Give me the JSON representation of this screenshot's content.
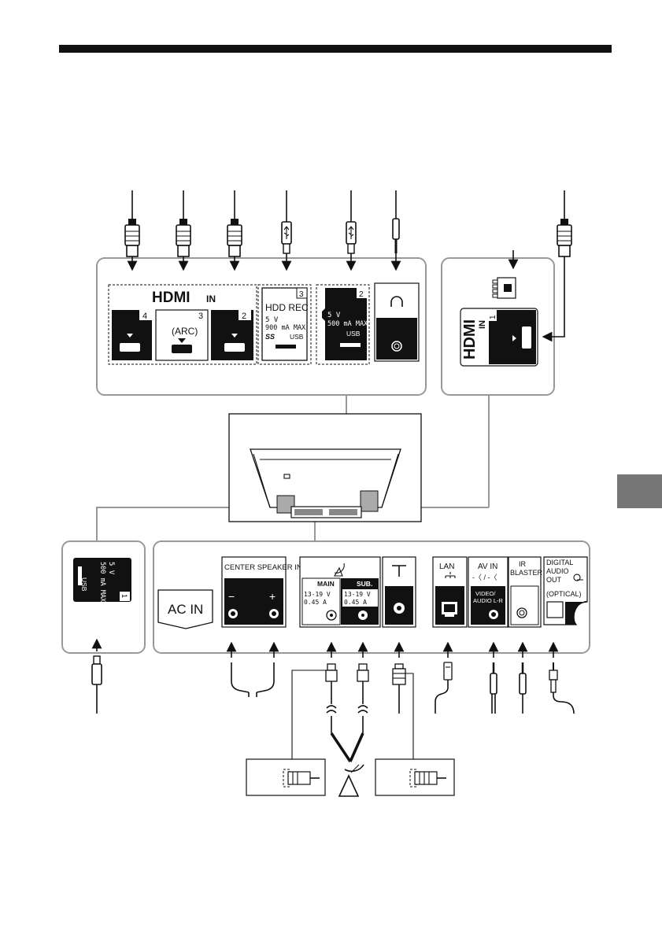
{
  "top_panel": {
    "hdmi_logo": "HDMI",
    "hdmi_in": "IN",
    "hdmi_port_4": "4",
    "hdmi_port_3": "3",
    "hdmi_port_2": "2",
    "arc_label": "(ARC)",
    "usb3_number": "3",
    "hdd_rec": "HDD REC",
    "usb3_voltage": "5 V",
    "usb3_current": "900 mA MAX",
    "usb3_label": "USB",
    "usb2_number": "2",
    "usb2_voltage": "5 V",
    "usb2_current": "500 mA MAX",
    "usb2_label": "USB",
    "headphone_icon": "headphones-icon"
  },
  "side_panel": {
    "hdmi_logo": "HDMI",
    "hdmi_in": "IN",
    "port_number": "1"
  },
  "left_panel": {
    "usb_voltage": "5 V",
    "usb_current": "500 mA MAX",
    "usb_label": "USB",
    "port_number": "1"
  },
  "bottom_panel": {
    "ac_in": "AC IN",
    "center_speaker_in": "CENTER SPEAKER IN",
    "minus": "−",
    "plus": "+",
    "main": "MAIN",
    "sub": "SUB.",
    "main_voltage": "13-19 V",
    "main_current": "0.45 A",
    "sub_voltage": "13-19 V",
    "sub_current": "0.45 A",
    "lan": "LAN",
    "av_in": "AV IN",
    "video_audio_1": "VIDEO/",
    "video_audio_2": "AUDIO L-R",
    "ir_1": "IR",
    "ir_2": "BLASTER",
    "digital_1": "DIGITAL",
    "digital_2": "AUDIO",
    "digital_3": "OUT",
    "optical": "(OPTICAL)"
  },
  "icons": [
    "hdmi-plug-icon",
    "usb-plug-icon",
    "mini-jack-icon",
    "coax-plug-icon",
    "lan-plug-icon",
    "satellite-dish-icon",
    "antenna-icon",
    "optical-plug-icon",
    "tv-back-icon"
  ]
}
